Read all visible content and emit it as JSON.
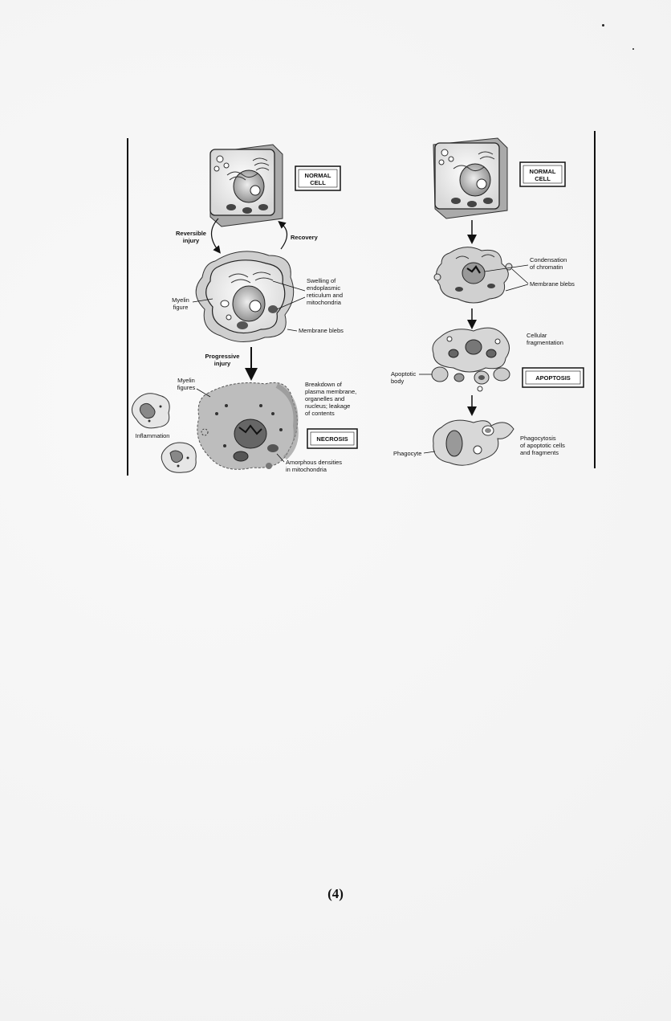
{
  "left": {
    "normal_cell": "NORMAL\nCELL",
    "reversible_injury": "Reversible\ninjury",
    "recovery": "Recovery",
    "myelin_figure": "Myelin\nfigure",
    "swelling": "Swelling of\nendoplasmic\nreticulum and\nmitochondria",
    "membrane_blebs": "Membrane blebs",
    "progressive_injury": "Progressive\ninjury",
    "myelin_figures": "Myelin\nfigures",
    "breakdown": "Breakdown of\nplasma membrane,\norganelles and\nnucleus; leakage\nof contents",
    "inflammation": "Inflammation",
    "necrosis": "NECROSIS",
    "amorphous": "Amorphous densities\nin mitochondria"
  },
  "right": {
    "normal_cell": "NORMAL\nCELL",
    "condensation": "Condensation\nof chromatin",
    "membrane_blebs": "Membrane blebs",
    "fragmentation": "Cellular\nfragmentation",
    "apoptotic_body": "Apoptotic\nbody",
    "apoptosis": "APOPTOSIS",
    "phagocyte": "Phagocyte",
    "phagocytosis": "Phagocytosis\nof apoptotic cells\nand fragments"
  },
  "footer": {
    "page_number": "(4)"
  }
}
